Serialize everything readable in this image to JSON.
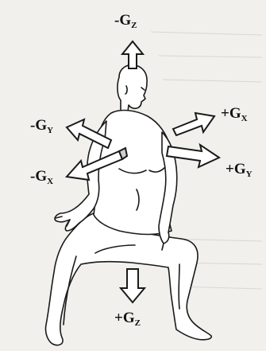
{
  "axes": {
    "neg_gz": {
      "sign": "-",
      "symbol": "G",
      "sub": "Z"
    },
    "pos_gz": {
      "sign": "+",
      "symbol": "G",
      "sub": "Z"
    },
    "neg_gy": {
      "sign": "-",
      "symbol": "G",
      "sub": "Y"
    },
    "pos_gy": {
      "sign": "+",
      "symbol": "G",
      "sub": "Y"
    },
    "neg_gx": {
      "sign": "-",
      "symbol": "G",
      "sub": "X"
    },
    "pos_gx": {
      "sign": "+",
      "symbol": "G",
      "sub": "X"
    }
  },
  "colors": {
    "background": "#f2f0ed",
    "ink": "#1a1a1a",
    "arrow_fill": "#ffffff"
  },
  "figure": {
    "subject": "seated-human-figure"
  }
}
